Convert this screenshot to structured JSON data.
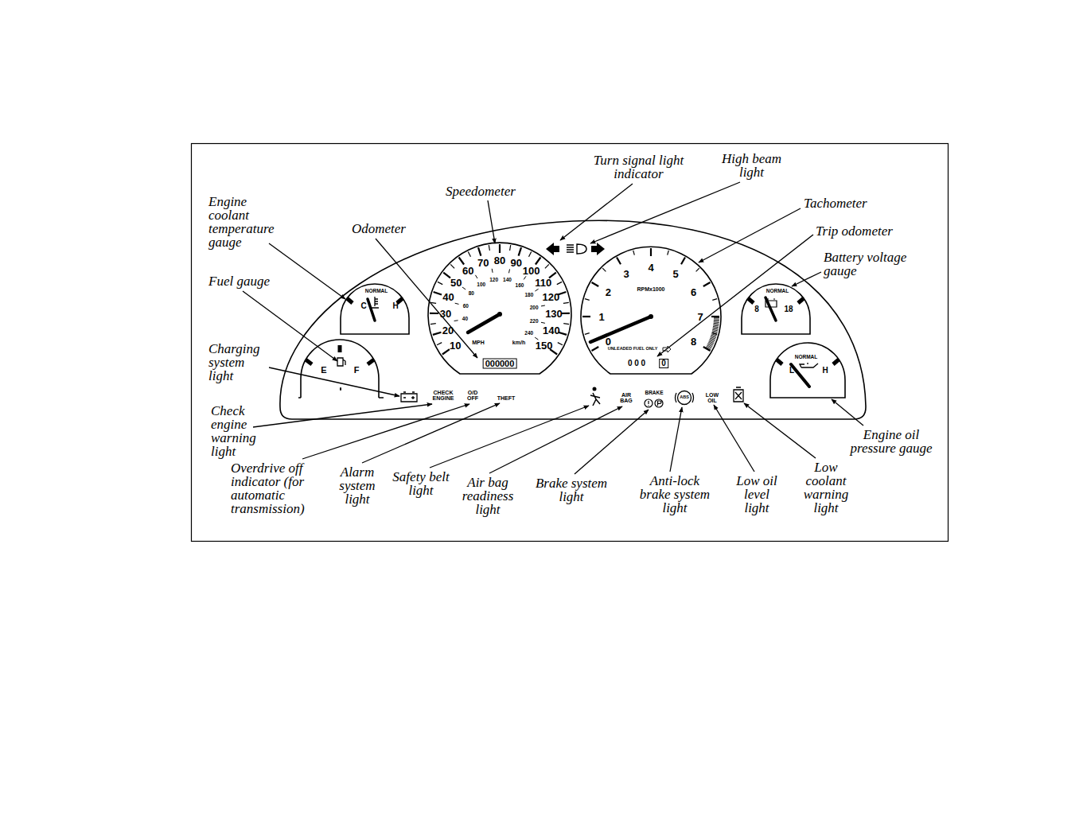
{
  "diagram": {
    "labels": [
      "Turn signal light indicator",
      "High beam light",
      "Speedometer",
      "Tachometer",
      "Engine coolant temperature gauge",
      "Odometer",
      "Trip odometer",
      "Battery voltage gauge",
      "Fuel gauge",
      "Charging system light",
      "Check engine warning light",
      "Overdrive off indicator (for automatic transmission)",
      "Alarm system light",
      "Safety belt light",
      "Air bag readiness light",
      "Brake system light",
      "Anti-lock brake system light",
      "Low oil level light",
      "Low coolant warning light",
      "Engine oil pressure gauge",
      "10",
      "20",
      "30",
      "40",
      "50",
      "60",
      "70",
      "80",
      "90",
      "100",
      "110",
      "120",
      "130",
      "140",
      "150",
      "40",
      "60",
      "80",
      "100",
      "120",
      "140",
      "160",
      "180",
      "200",
      "220",
      "240",
      "MPH",
      "km/h",
      "000000",
      "0",
      "1",
      "2",
      "3",
      "4",
      "5",
      "6",
      "7",
      "8",
      "RPMx1000",
      "UNLEADED FUEL ONLY",
      "0 0 0",
      "0",
      "NORMAL",
      "C",
      "H",
      "E",
      "F",
      "NORMAL",
      "8",
      "18",
      "NORMAL",
      "L",
      "H",
      "CHECK ENGINE",
      "O/D OFF",
      "THEFT",
      "AIR BAG",
      "BRAKE",
      "ABS",
      "LOW OIL"
    ]
  }
}
